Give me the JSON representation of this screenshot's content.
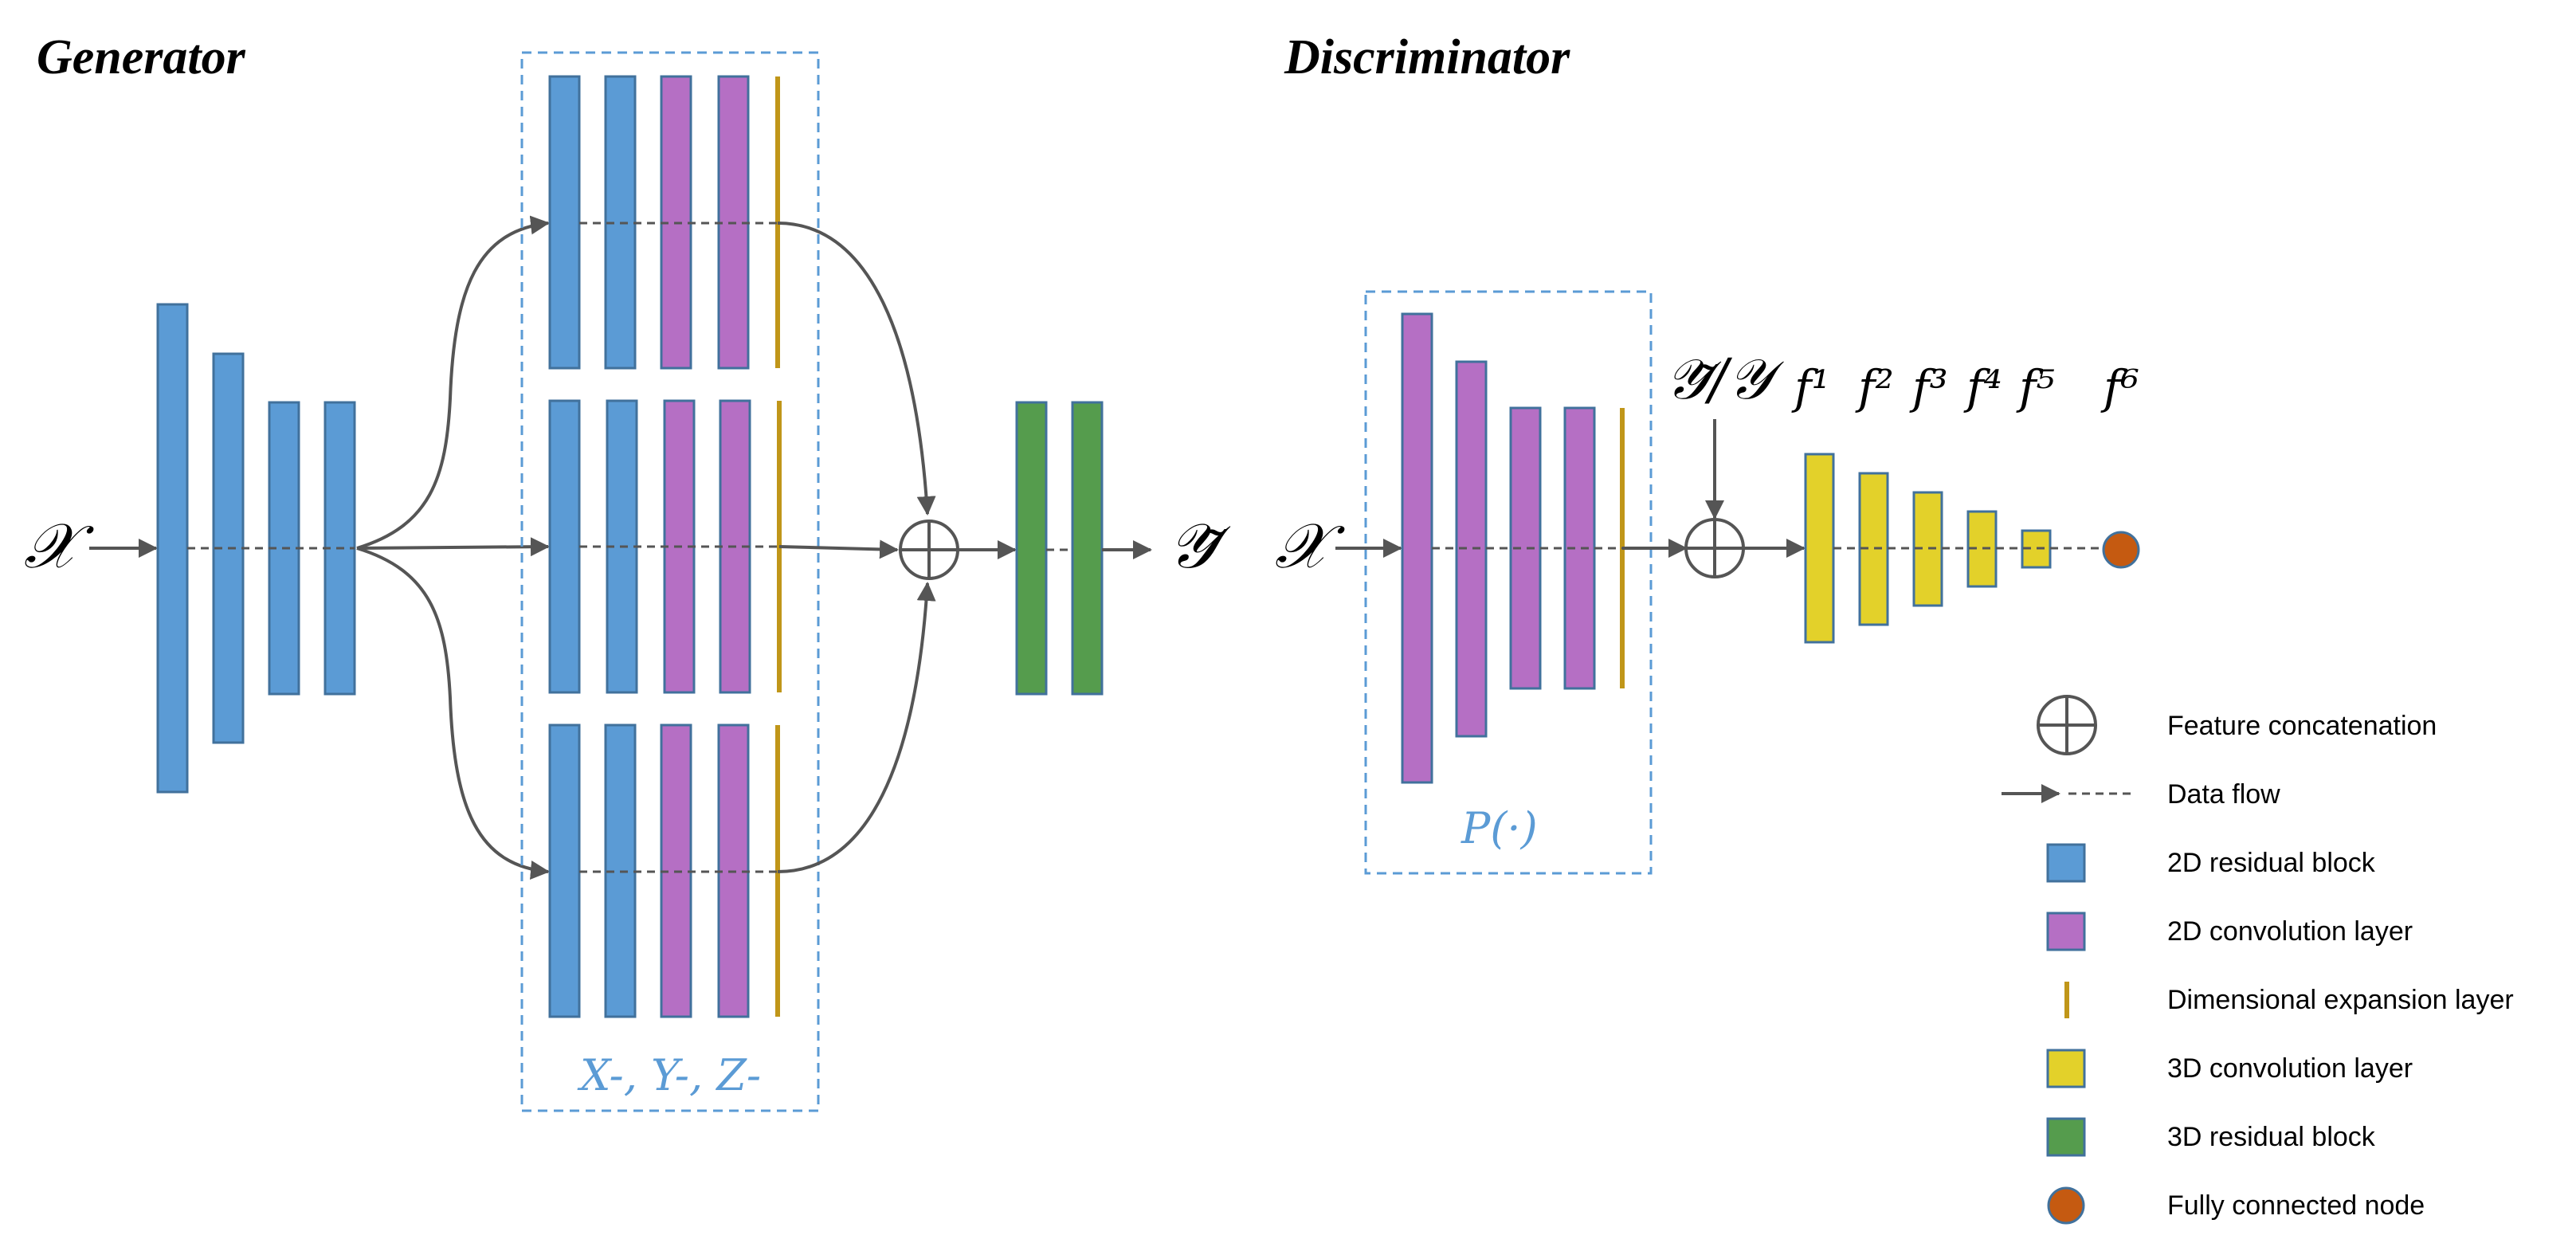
{
  "generator": {
    "title": "Generator",
    "input_symbol": "𝒳",
    "output_symbol": "𝒴̃",
    "branch_label": "X-, Y-, Z-"
  },
  "discriminator": {
    "title": "Discriminator",
    "input_symbol": "𝒳",
    "cond_symbol": "𝒴̃/𝒴",
    "box_label": "P(·)",
    "feature_labels": [
      "f¹",
      "f²",
      "f³",
      "f⁴",
      "f⁵",
      "f⁶"
    ]
  },
  "legend": {
    "items": [
      {
        "label": "Feature concatenation",
        "icon": "plus-circle-icon"
      },
      {
        "label": "Data flow",
        "icon": "arrow-dash-icon"
      },
      {
        "label": "2D residual block",
        "icon": "blue-box-icon",
        "color": "#5b9bd5"
      },
      {
        "label": "2D convolution layer",
        "icon": "purple-box-icon",
        "color": "#b56fc4"
      },
      {
        "label": "Dimensional expansion layer",
        "icon": "gold-line-icon",
        "color": "#c09619"
      },
      {
        "label": "3D convolution layer",
        "icon": "yellow-box-icon",
        "color": "#e3d12a"
      },
      {
        "label": "3D residual block",
        "icon": "green-box-icon",
        "color": "#559c4d"
      },
      {
        "label": "Fully connected node",
        "icon": "orange-dot-icon",
        "color": "#c55a11"
      }
    ]
  }
}
